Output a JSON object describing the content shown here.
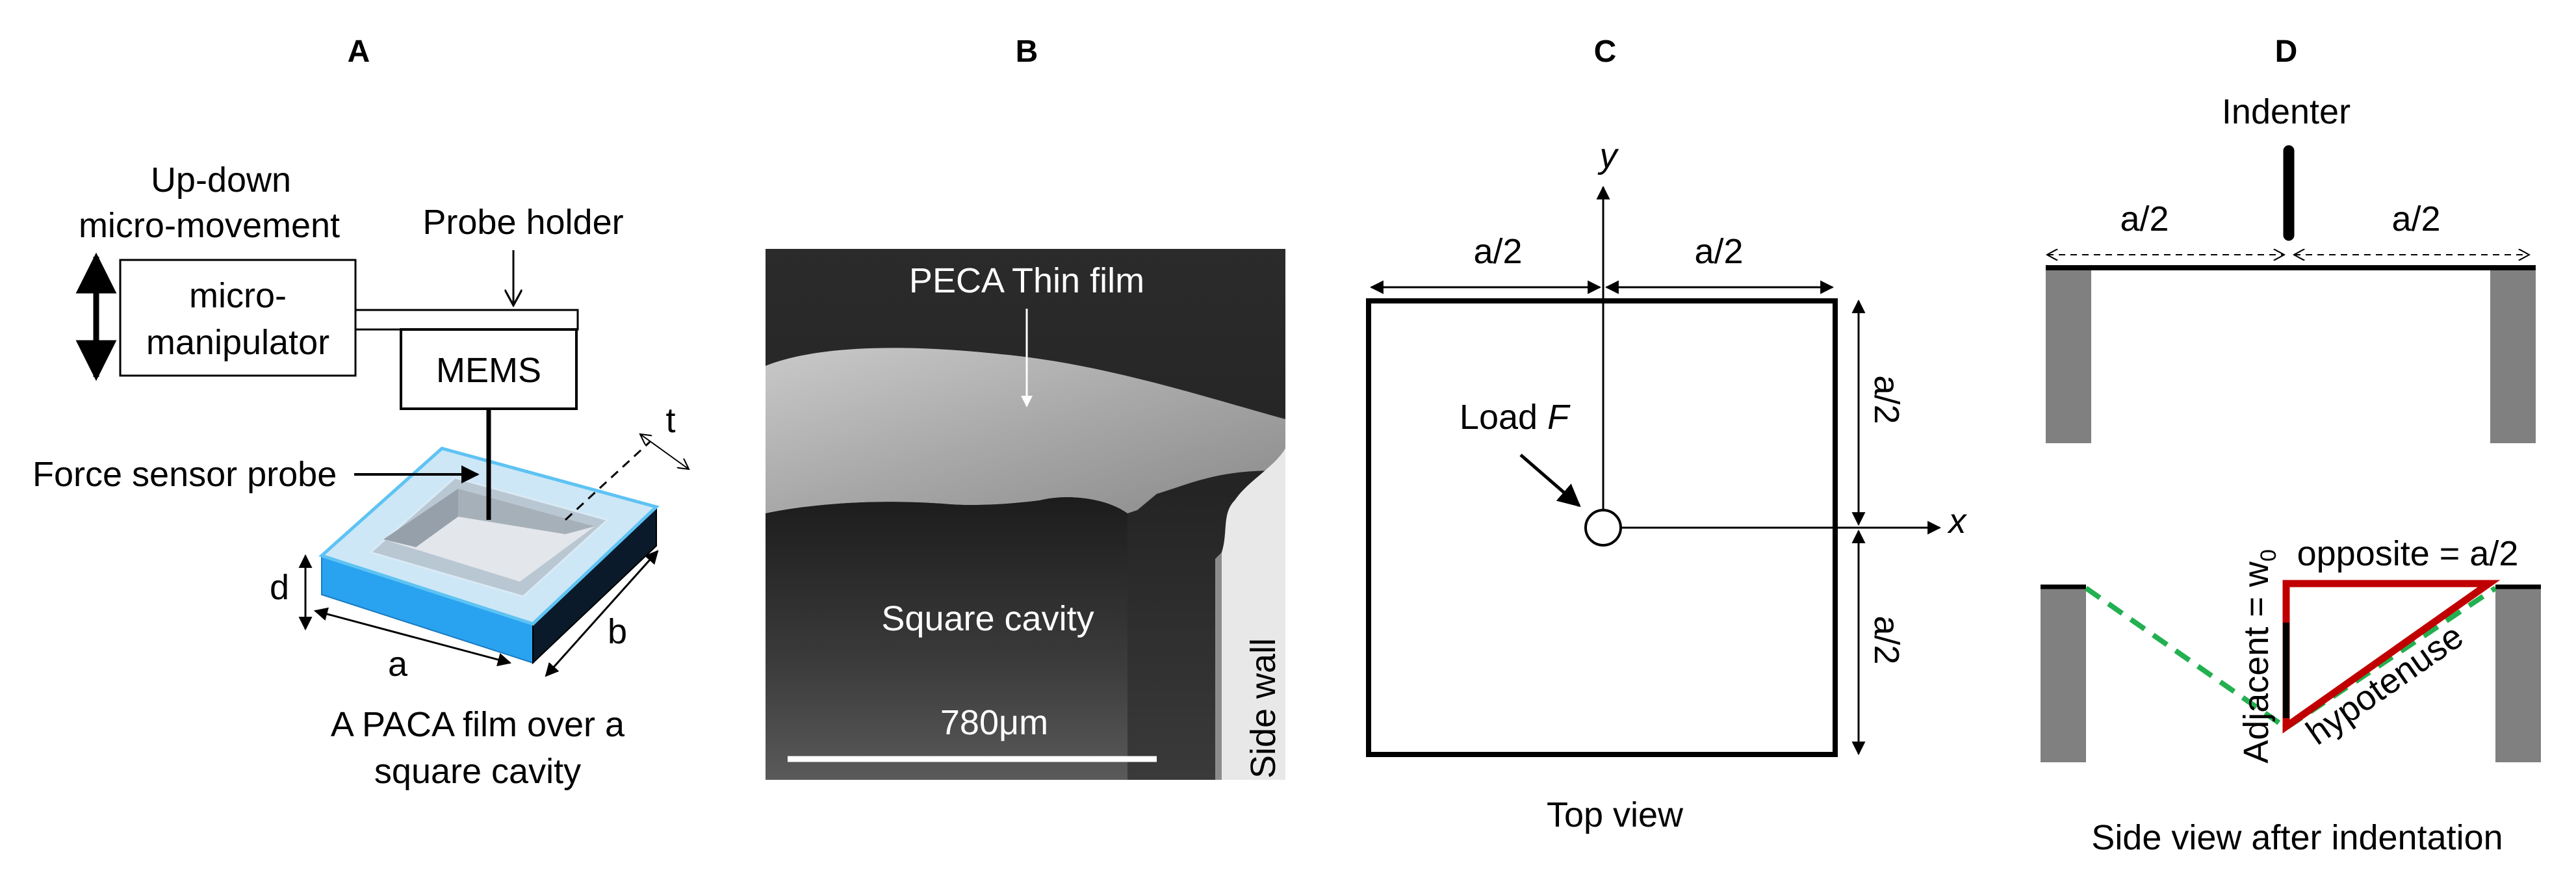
{
  "panels": {
    "a": {
      "letter": "A",
      "up_down_line1": "Up-down",
      "up_down_line2": "micro-movement",
      "probe_holder": "Probe holder",
      "micro_line1": "micro-",
      "micro_line2": "manipulator",
      "mems": "MEMS",
      "force_sensor": "Force sensor probe",
      "dim_t": "t",
      "dim_d": "d",
      "dim_a": "a",
      "dim_b": "b",
      "caption_line1": "A PACA film over a",
      "caption_line2": "square cavity"
    },
    "b": {
      "letter": "B",
      "film_label": "PECA Thin film",
      "cavity_label": "Square cavity",
      "side_wall": "Side wall",
      "scale_bar": "780μm"
    },
    "c": {
      "letter": "C",
      "axis_y": "y",
      "axis_x": "x",
      "half_left": "a/2",
      "half_right": "a/2",
      "half_top": "a/2",
      "half_bottom": "a/2",
      "load_prefix": "Load ",
      "load_var": "F",
      "caption": "Top view"
    },
    "d": {
      "letter": "D",
      "indenter": "Indenter",
      "half_left": "a/2",
      "half_right": "a/2",
      "opposite": "opposite = a/2",
      "adjacent": "Adjacent = w",
      "adjacent_sub": "0",
      "hypotenuse": "hypotenuse",
      "caption": "Side view after indentation"
    }
  },
  "colors": {
    "cavity_blue": "#29a3f0",
    "cavity_dark": "#0a1a2a",
    "wall_gray": "#808080",
    "triangle_red": "#c00000",
    "dashed_green": "#22b050"
  }
}
